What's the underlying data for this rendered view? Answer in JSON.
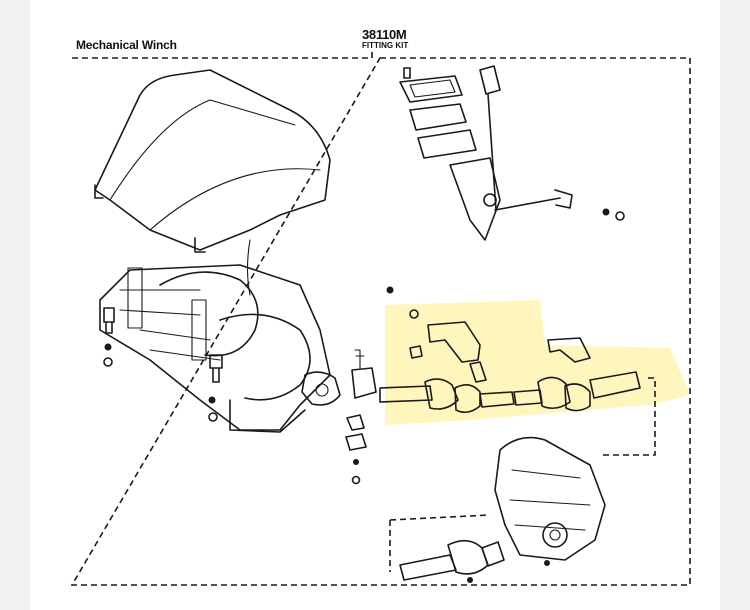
{
  "figure": {
    "section_title": "Mechanical Winch",
    "part_number": "38110M",
    "part_name": "FITTING KIT",
    "highlight_color": "#fff3a8",
    "ink_color": "#1a1a1a"
  }
}
